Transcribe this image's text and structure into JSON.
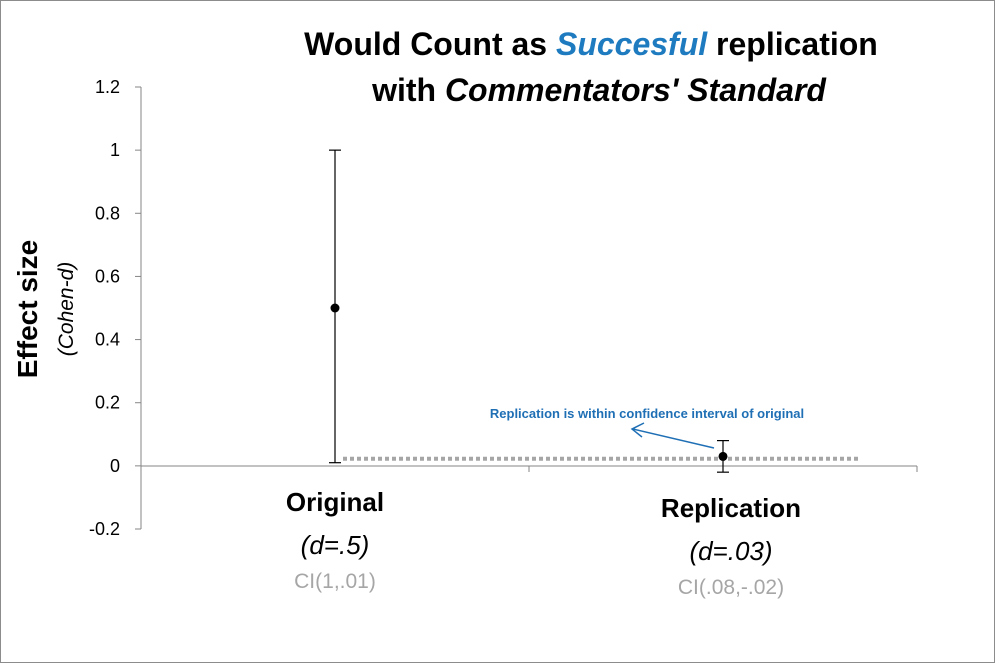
{
  "chart_data": {
    "type": "scatter",
    "title_parts": [
      {
        "text": "Would Count as ",
        "style": "normal"
      },
      {
        "text": "Succesful",
        "style": "highlight"
      },
      {
        "text": " replication",
        "style": "normal"
      }
    ],
    "subtitle_parts": [
      {
        "text": "with ",
        "style": "normal"
      },
      {
        "text": "Commentators' Standard",
        "style": "italic"
      }
    ],
    "ylabel": "Effect size",
    "ylabel_sub": "(Cohen-d)",
    "ylim": [
      -0.2,
      1.2
    ],
    "yticks": [
      "-0.2",
      "0",
      "0.2",
      "0.4",
      "0.6",
      "0.8",
      "1",
      "1.2"
    ],
    "categories": [
      "Original",
      "Replication"
    ],
    "points": [
      {
        "category": "Original",
        "value": 0.5,
        "ci_upper": 1.0,
        "ci_lower": 0.01,
        "d_label": "(d=.5)",
        "ci_label": "CI(1,.01)"
      },
      {
        "category": "Replication",
        "value": 0.03,
        "ci_upper": 0.08,
        "ci_lower": -0.02,
        "d_label": "(d=.03)",
        "ci_label": "CI(.08,-.02)"
      }
    ],
    "reference_line": {
      "value": 0.01,
      "style": "dotted"
    },
    "annotation": "Replication is within confidence interval of original",
    "grid": false,
    "colors": {
      "highlight": "#1f7bc0",
      "annotation": "#1f6fb5",
      "ci_text": "#a6a6a6",
      "reference": "#a6a6a6"
    }
  }
}
